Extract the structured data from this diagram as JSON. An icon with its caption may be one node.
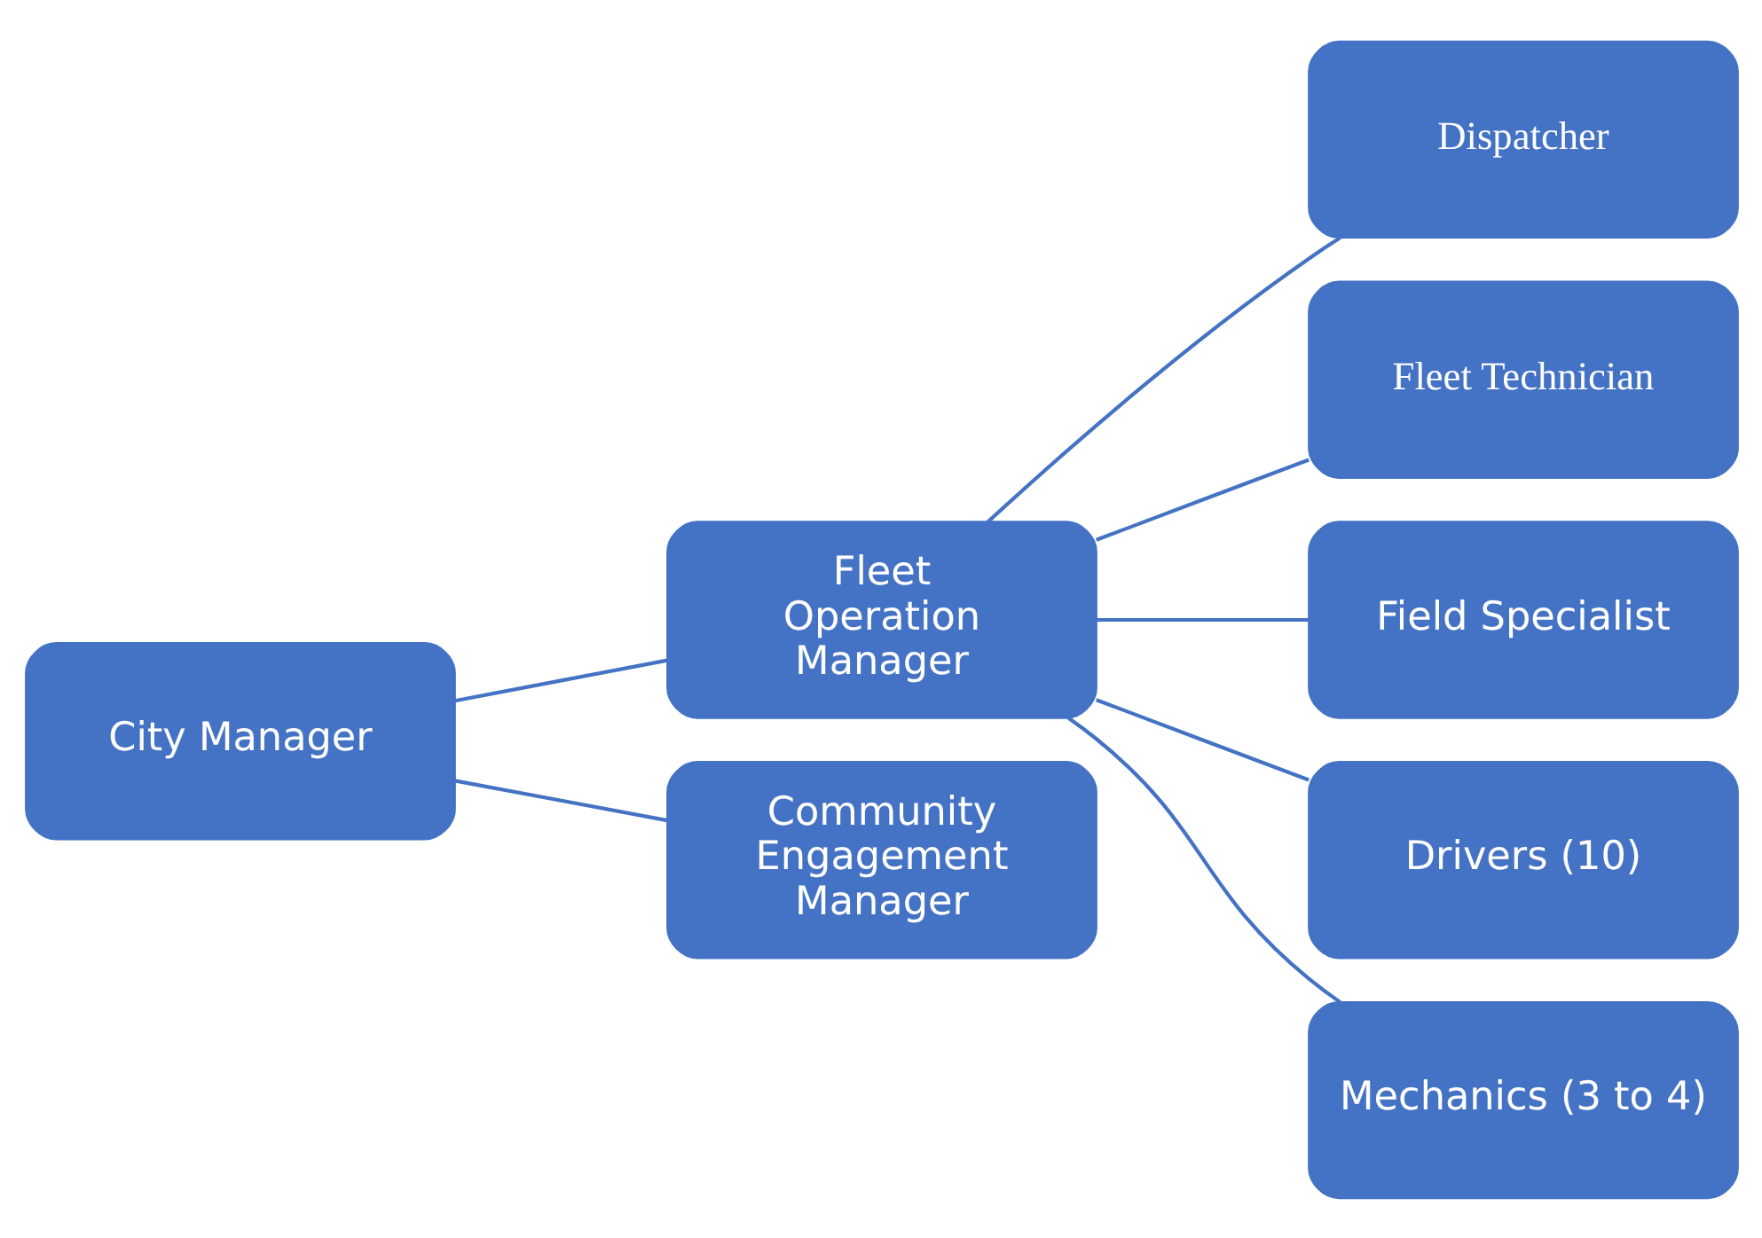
{
  "diagram": {
    "nodes": [
      {
        "text": [
          "City Manager"
        ]
      },
      {
        "text": [
          "Fleet Operation Manager"
        ]
      },
      {
        "text": [
          "Community Engagement Manager"
        ]
      },
      {
        "text": [
          "Dispatcher"
        ]
      },
      {
        "text": [
          "Fleet Technician"
        ]
      },
      {
        "text": [
          "Field Specialist"
        ]
      },
      {
        "text": [
          "Drivers (10)"
        ]
      },
      {
        "text": [
          "Mechanics (3 to 4)"
        ]
      }
    ],
    "edges": [
      {
        "from": 0,
        "to": 1,
        "arrow": "none"
      },
      {
        "from": 0,
        "to": 2,
        "arrow": "none"
      },
      {
        "from": 1,
        "to": 3,
        "arrow": "none"
      },
      {
        "from": 1,
        "to": 4,
        "arrow": "none"
      },
      {
        "from": 1,
        "to": 5,
        "arrow": "none"
      },
      {
        "from": 1,
        "to": 6,
        "arrow": "none"
      },
      {
        "from": 1,
        "to": 7,
        "arrow": "none"
      }
    ]
  }
}
